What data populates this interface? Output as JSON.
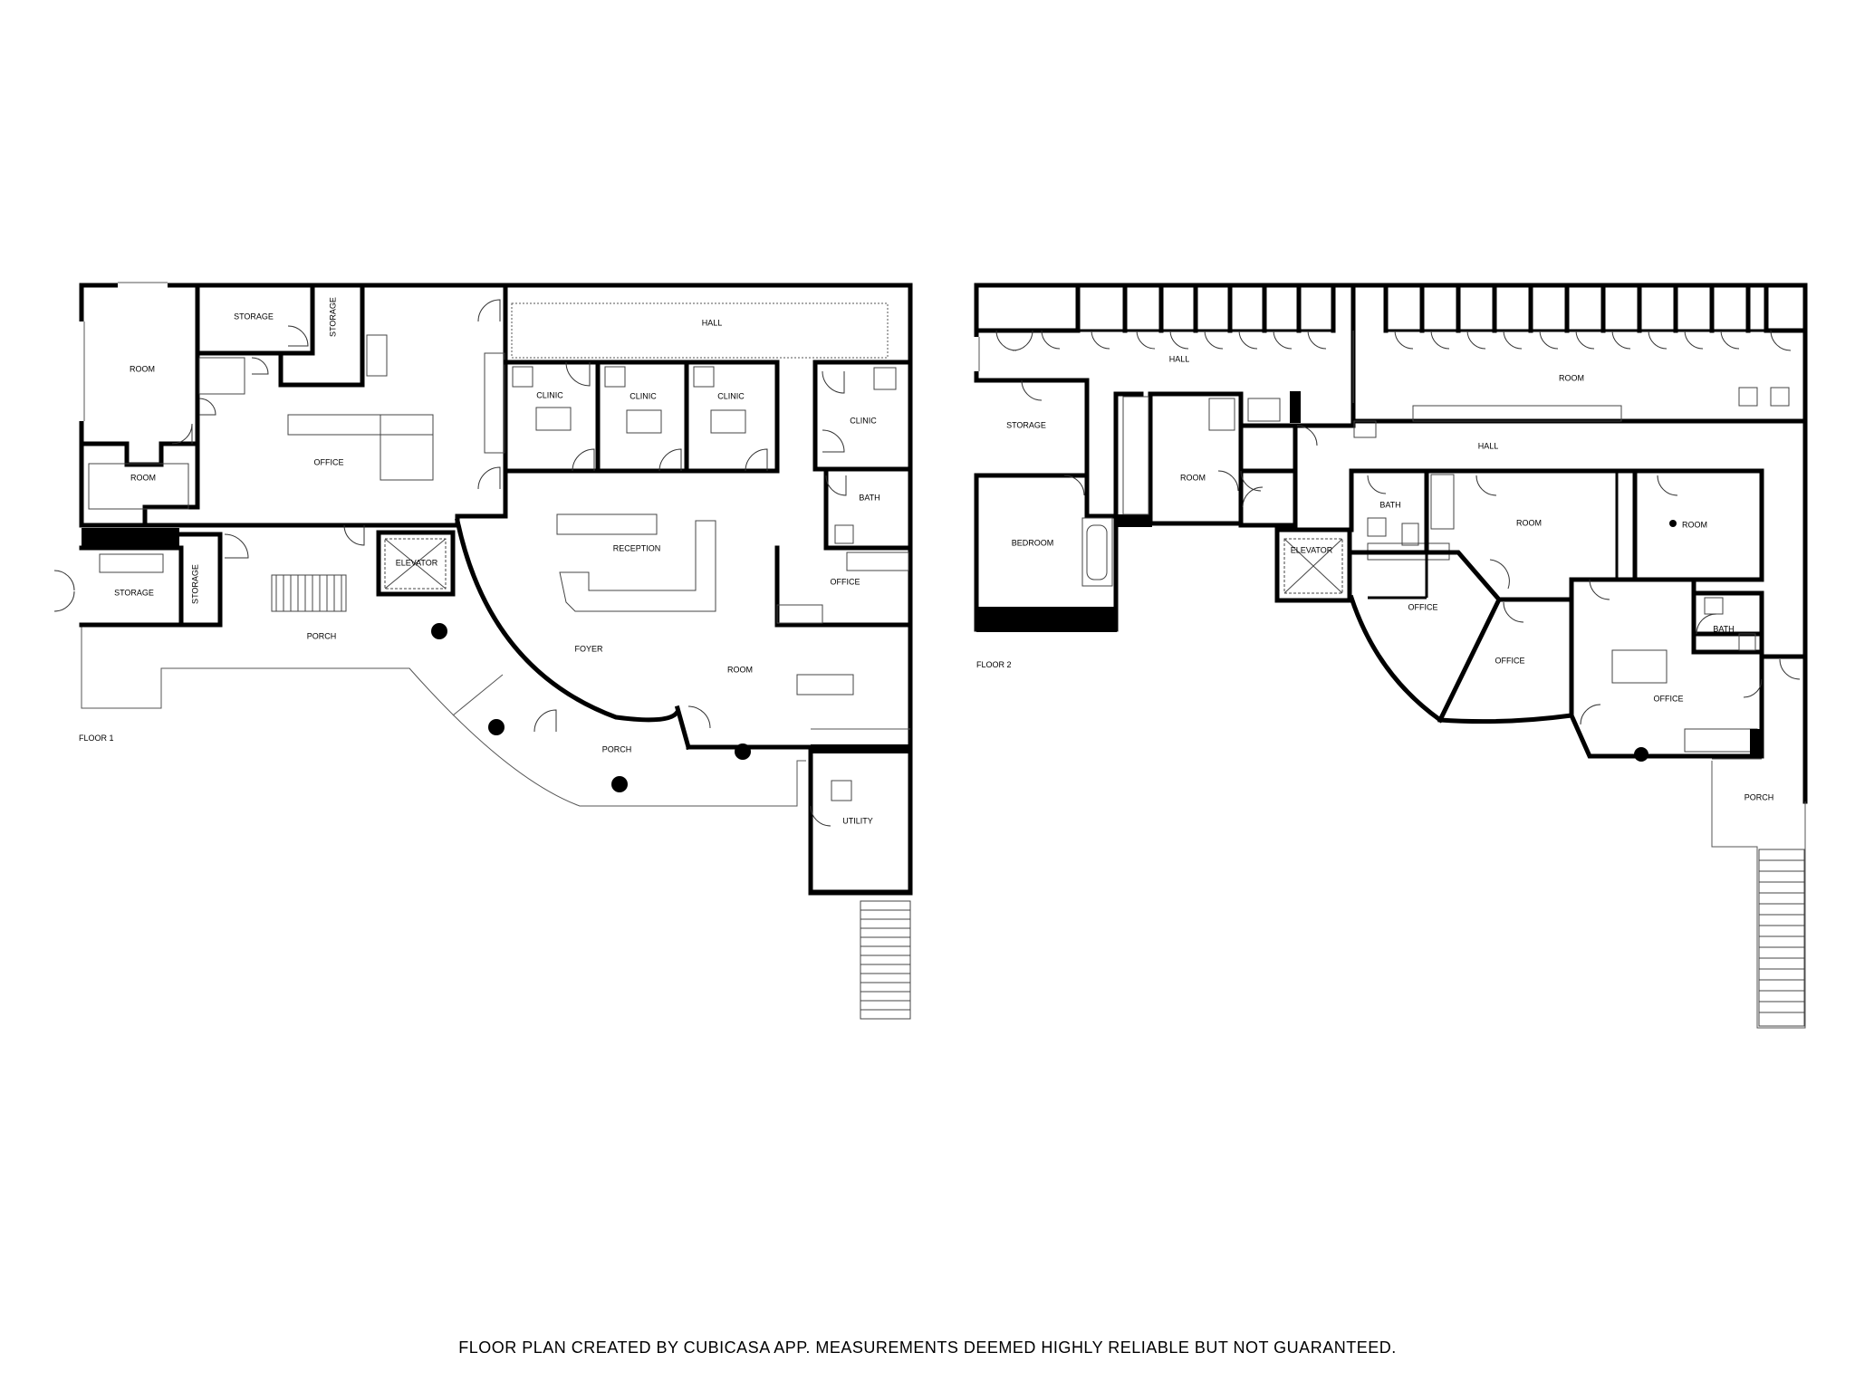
{
  "footer": {
    "note": "FLOOR PLAN CREATED BY CUBICASA APP. MEASUREMENTS DEEMED HIGHLY RELIABLE BUT NOT GUARANTEED."
  },
  "floor1": {
    "label": "FLOOR 1",
    "rooms": {
      "room_nw": "ROOM",
      "storage_top": "STORAGE",
      "storage_small": "STORAGE",
      "hall": "HALL",
      "clinic_1": "CLINIC",
      "clinic_2": "CLINIC",
      "clinic_3": "CLINIC",
      "clinic_4": "CLINIC",
      "office_main": "OFFICE",
      "room_w": "ROOM",
      "bath": "BATH",
      "reception": "RECEPTION",
      "office_e": "OFFICE",
      "elevator": "ELEVATOR",
      "storage_sw": "STORAGE",
      "storage_sw2": "STORAGE",
      "porch_w": "PORCH",
      "foyer": "FOYER",
      "room_e": "ROOM",
      "porch_s": "PORCH",
      "utility": "UTILITY"
    }
  },
  "floor2": {
    "label": "FLOOR 2",
    "rooms": {
      "hall_top": "HALL",
      "room_top": "ROOM",
      "storage": "STORAGE",
      "room_mid": "ROOM",
      "hall_mid": "HALL",
      "bedroom": "BEDROOM",
      "elevator": "ELEVATOR",
      "bath_1": "BATH",
      "room_c": "ROOM",
      "room_e": "ROOM",
      "office_1": "OFFICE",
      "office_2": "OFFICE",
      "bath_2": "BATH",
      "office_3": "OFFICE",
      "porch": "PORCH"
    }
  }
}
